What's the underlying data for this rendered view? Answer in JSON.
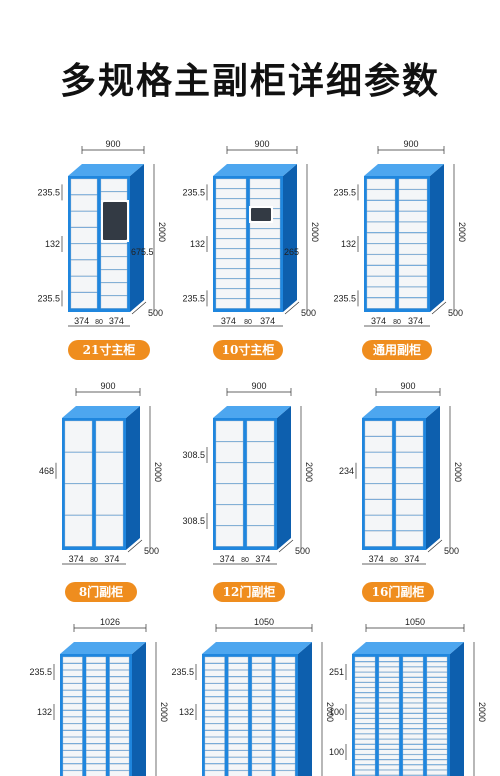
{
  "title": "多规格主副柜详细参数",
  "colors": {
    "blue": "#1f86de",
    "blue_dark": "#0d5fae",
    "blue_light": "#4da6ef",
    "door": "#f4f6f8",
    "badge": "#ef8d1e"
  },
  "cabinets": [
    {
      "width": "900",
      "height": "2000",
      "depth": "500",
      "col_left": "374",
      "col_mid": "80",
      "col_right": "374",
      "dims": [
        {
          "label": "235.5"
        },
        {
          "label": "132"
        },
        {
          "label": "235.5"
        }
      ],
      "screen_dim": "675.5",
      "label": "21寸主柜"
    },
    {
      "width": "900",
      "height": "2000",
      "depth": "500",
      "col_left": "374",
      "col_mid": "80",
      "col_right": "374",
      "dims": [
        {
          "label": "235.5"
        },
        {
          "label": "132"
        },
        {
          "label": "235.5"
        }
      ],
      "screen_dim": "265",
      "label": "10寸主柜"
    },
    {
      "width": "900",
      "height": "2000",
      "depth": "500",
      "col_left": "374",
      "col_mid": "80",
      "col_right": "374",
      "dims": [
        {
          "label": "235.5"
        },
        {
          "label": "132"
        },
        {
          "label": "235.5"
        }
      ],
      "label": "通用副柜"
    },
    {
      "width": "900",
      "height": "2000",
      "depth": "500",
      "col_left": "374",
      "col_mid": "80",
      "col_right": "374",
      "dims": [
        {
          "label": "468"
        }
      ],
      "label": "8门副柜"
    },
    {
      "width": "900",
      "height": "2000",
      "depth": "500",
      "col_left": "374",
      "col_mid": "80",
      "col_right": "374",
      "dims": [
        {
          "label": "308.5"
        },
        {
          "label": "308.5"
        }
      ],
      "label": "12门副柜"
    },
    {
      "width": "900",
      "height": "2000",
      "depth": "500",
      "col_left": "374",
      "col_mid": "80",
      "col_right": "374",
      "dims": [
        {
          "label": "234"
        }
      ],
      "label": "16门副柜"
    },
    {
      "width": "1026",
      "height": "2000",
      "dims": [
        {
          "label": "235.5"
        },
        {
          "label": "132"
        }
      ]
    },
    {
      "width": "1050",
      "height": "2000",
      "dims": [
        {
          "label": "235.5"
        },
        {
          "label": "132"
        }
      ]
    },
    {
      "width": "1050",
      "height": "2000",
      "dims": [
        {
          "label": "251"
        },
        {
          "label": "100"
        },
        {
          "label": "100"
        }
      ]
    }
  ]
}
